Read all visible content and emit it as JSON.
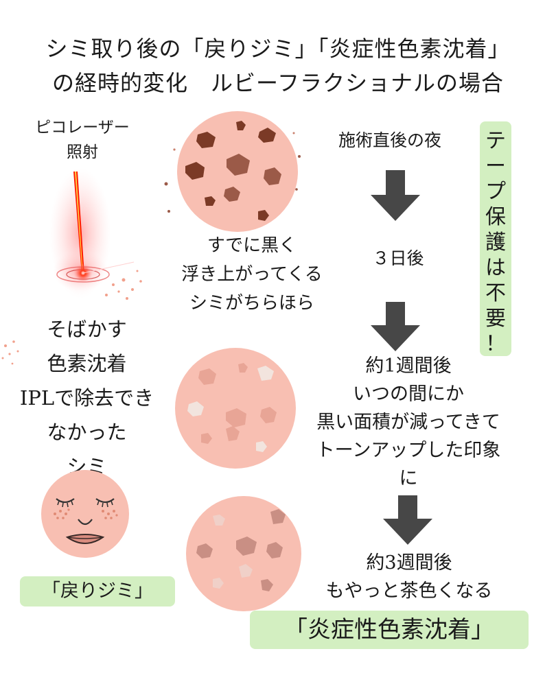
{
  "title": {
    "line1": "シミ取り後の「戻りジミ」「炎症性色素沈着」",
    "line2": "の経時的変化　ルビーフラクショナルの場合"
  },
  "left": {
    "laser_label": [
      "ピコレーザー",
      "照射"
    ],
    "description": [
      "そばかす",
      "色素沈着",
      "IPLで除去でき",
      "なかった",
      "シミ"
    ],
    "badge": "「戻りジミ」"
  },
  "middle": {
    "caption_top": [
      "すでに黒く",
      "浮き上がってくる",
      "シミがちらほら"
    ]
  },
  "timeline": {
    "step1": "施術直後の夜",
    "step2": "３日後",
    "step3": [
      "約1週間後",
      "いつの間にか",
      "黒い面積が減ってきて",
      "トーンアップした印象",
      "に"
    ],
    "step4": [
      "約3週間後",
      "もやっと茶色くなる"
    ],
    "badge": "「炎症性色素沈着」"
  },
  "tape_note": [
    "テ",
    "ー",
    "プ",
    "保",
    "護",
    "は",
    "不",
    "要",
    "！"
  ],
  "colors": {
    "skin": "#f8bfb2",
    "badge_green": "#d3efc1",
    "arrow": "#474747",
    "spot_dark": "#7b3a26",
    "spot_brown": "#9b5a48"
  }
}
